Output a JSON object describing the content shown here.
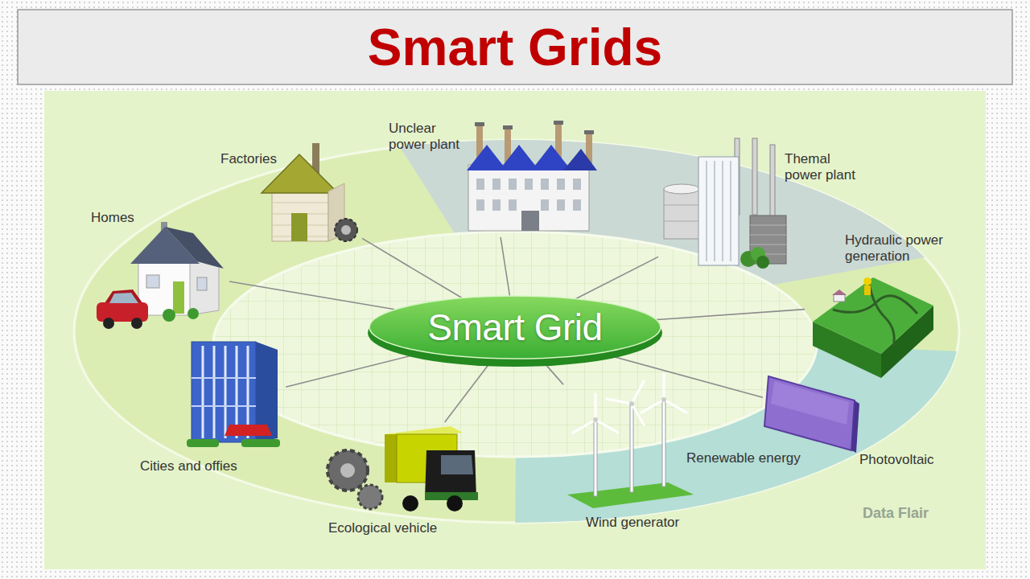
{
  "diagram": {
    "title": "Smart Grids",
    "nodes": [
      {
        "text": [
          "Smart Grid"
        ]
      },
      {
        "text": [
          "Unclear power plant"
        ]
      },
      {
        "text": [
          "Factories"
        ]
      },
      {
        "text": [
          "Themal power plant"
        ]
      },
      {
        "text": [
          "Homes"
        ]
      },
      {
        "text": [
          "Hydraulic power generation"
        ]
      },
      {
        "text": [
          "Cities and offies"
        ]
      },
      {
        "text": [
          "Photovoltaic"
        ]
      },
      {
        "text": [
          "Ecological vehicle"
        ]
      },
      {
        "text": [
          "Wind generator"
        ]
      }
    ],
    "edges": [
      {
        "from": 0,
        "to": 1,
        "arrow": "none"
      },
      {
        "from": 0,
        "to": 2,
        "arrow": "none"
      },
      {
        "from": 0,
        "to": 3,
        "arrow": "none"
      },
      {
        "from": 0,
        "to": 4,
        "arrow": "none"
      },
      {
        "from": 0,
        "to": 5,
        "arrow": "none"
      },
      {
        "from": 0,
        "to": 6,
        "arrow": "none"
      },
      {
        "from": 0,
        "to": 7,
        "arrow": "none"
      },
      {
        "from": 0,
        "to": 8,
        "arrow": "none"
      },
      {
        "from": 0,
        "to": 9,
        "arrow": "none"
      }
    ],
    "labels": [
      "Renewable energy",
      "Data Flair"
    ]
  }
}
